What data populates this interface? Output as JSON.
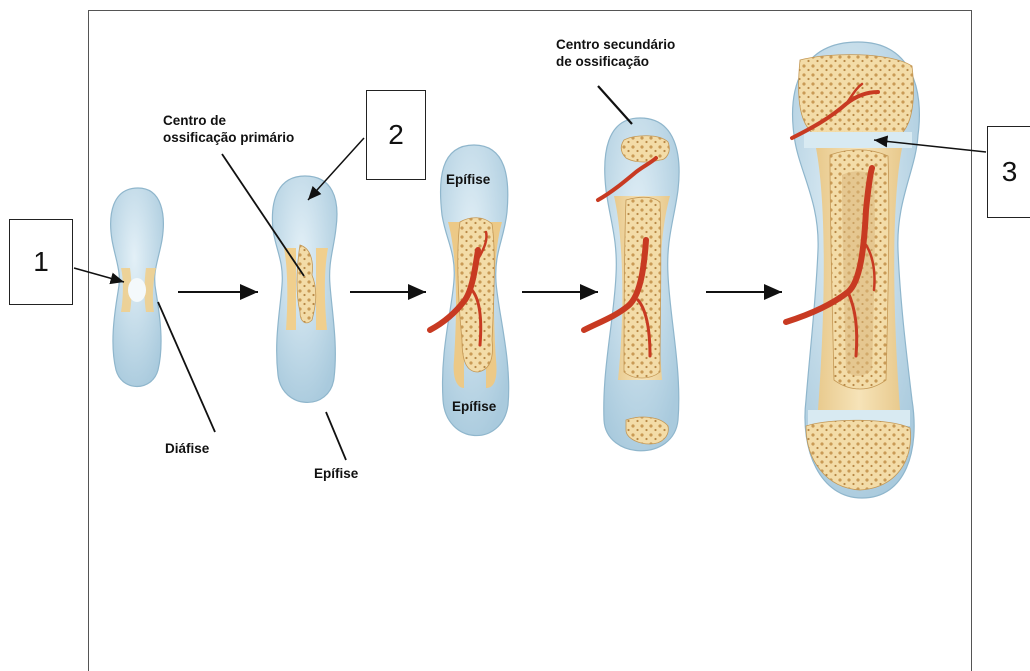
{
  "labels": {
    "diafise": "Diáfise",
    "epifise_stage2": "Epífise",
    "epifise_top": "Epífise",
    "epifise_bottom": "Epífise",
    "centro_primario_line1": "Centro de",
    "centro_primario_line2": "ossificação primário",
    "centro_secundario_line1": "Centro secundário",
    "centro_secundario_line2": "de ossificação"
  },
  "markers": {
    "m1": "1",
    "m2": "2",
    "m3": "3"
  },
  "colors": {
    "cartilage": "#b9d6e6",
    "cartilage_edge": "#8fb6cc",
    "bone": "#f1d9a4",
    "bone_edge": "#c9a062",
    "spongy": "#e4bd78",
    "vessel": "#c83a22",
    "arrow": "#111111"
  }
}
